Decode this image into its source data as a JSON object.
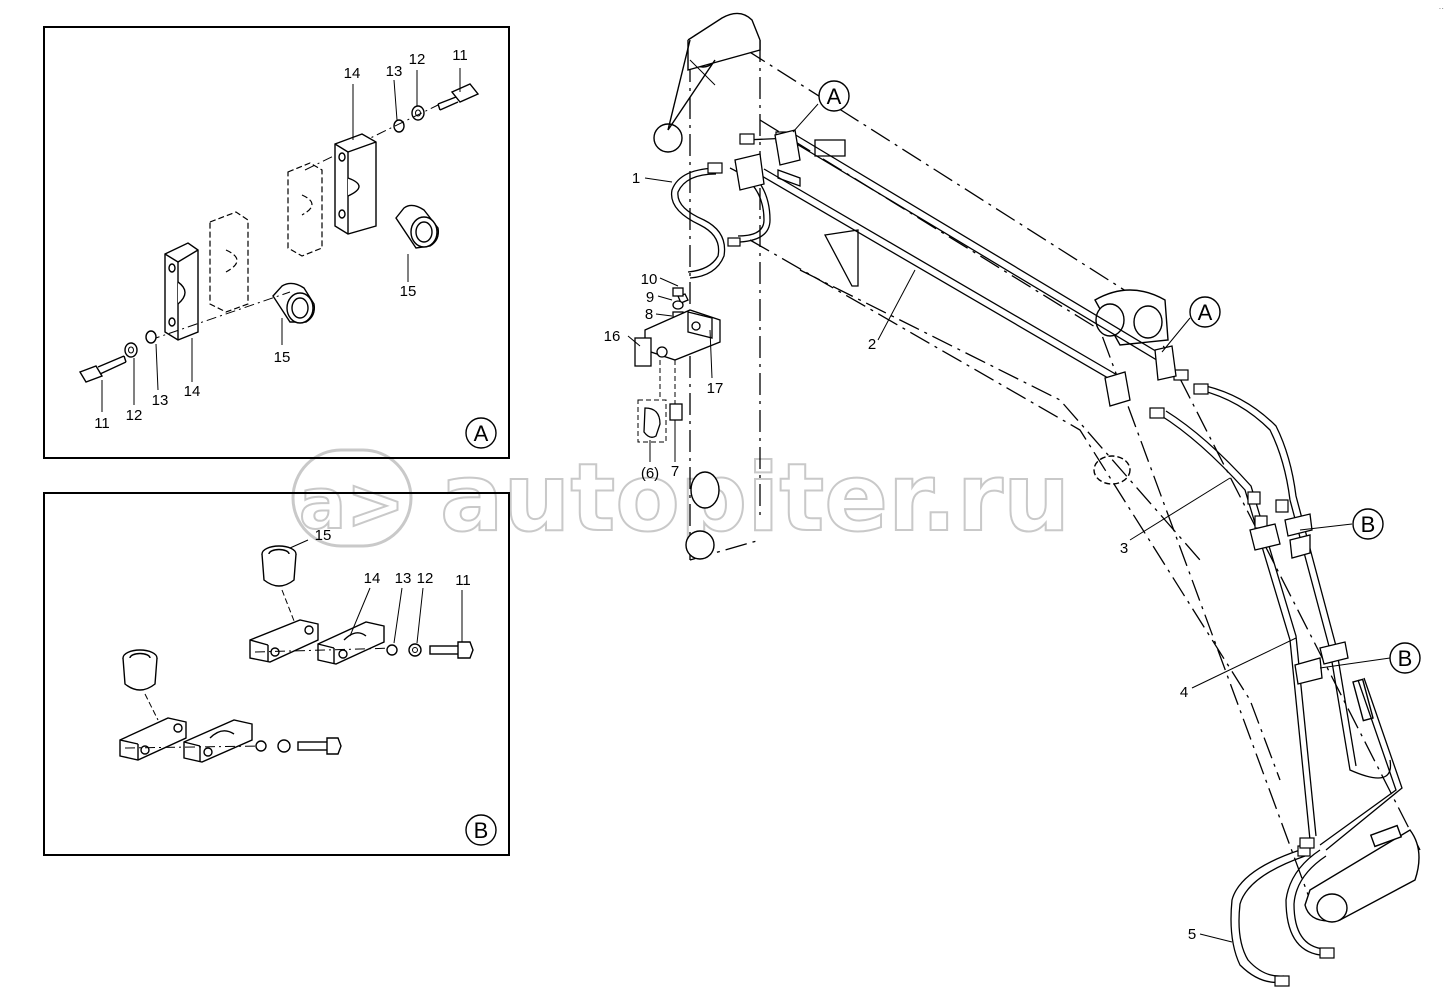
{
  "watermark": {
    "text": "autopiter.ru"
  },
  "corner_mark": "··",
  "detail_a": {
    "view_label": "A",
    "callouts": {
      "c11_top": "11",
      "c12_top": "12",
      "c13_top": "13",
      "c14_top": "14",
      "c15_right": "15",
      "c15_mid": "15",
      "c14_bot": "14",
      "c13_bot": "13",
      "c12_bot": "12",
      "c11_bot": "11"
    }
  },
  "detail_b": {
    "view_label": "B",
    "callouts": {
      "c15": "15",
      "c14": "14",
      "c13": "13",
      "c12": "12",
      "c11": "11"
    }
  },
  "main": {
    "ref_a_top": "A",
    "ref_a_mid": "A",
    "ref_b_upper": "B",
    "ref_b_lower": "B",
    "callouts": {
      "c1": "1",
      "c2": "2",
      "c3": "3",
      "c4": "4",
      "c5": "5",
      "c6": "(6)",
      "c7": "7",
      "c8": "8",
      "c9": "9",
      "c10": "10",
      "c16": "16",
      "c17": "17"
    }
  }
}
